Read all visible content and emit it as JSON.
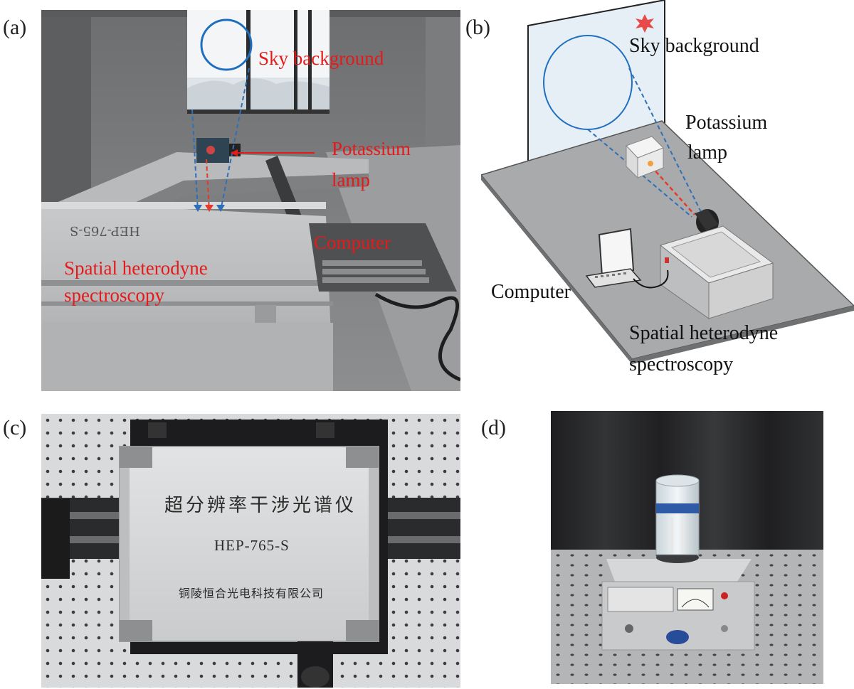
{
  "panels": {
    "a": {
      "letter": "(a)",
      "labels": {
        "sky": "Sky background",
        "lamp_line1": "Potassium",
        "lamp_line2": "lamp",
        "computer": "Computer",
        "shs_line1": "Spatial heterodyne",
        "shs_line2": "spectroscopy"
      },
      "device_plate": "HEP-765-S"
    },
    "b": {
      "letter": "(b)",
      "labels": {
        "sky": "Sky background",
        "lamp_line1": "Potassium",
        "lamp_line2": "lamp",
        "computer": "Computer",
        "shs_line1": "Spatial heterodyne",
        "shs_line2": "spectroscopy"
      }
    },
    "c": {
      "letter": "(c)",
      "device_title": "超分辨率干涉光谱仪",
      "device_model": "HEP-765-S",
      "device_maker": "铜陵恒合光电科技有限公司"
    },
    "d": {
      "letter": "(d)"
    }
  },
  "colors": {
    "annotation_red": "#e51a1a",
    "ray_blue": "#2f6fb8",
    "ray_red": "#e53a2a",
    "circle_blue": "#1f6fc0"
  }
}
